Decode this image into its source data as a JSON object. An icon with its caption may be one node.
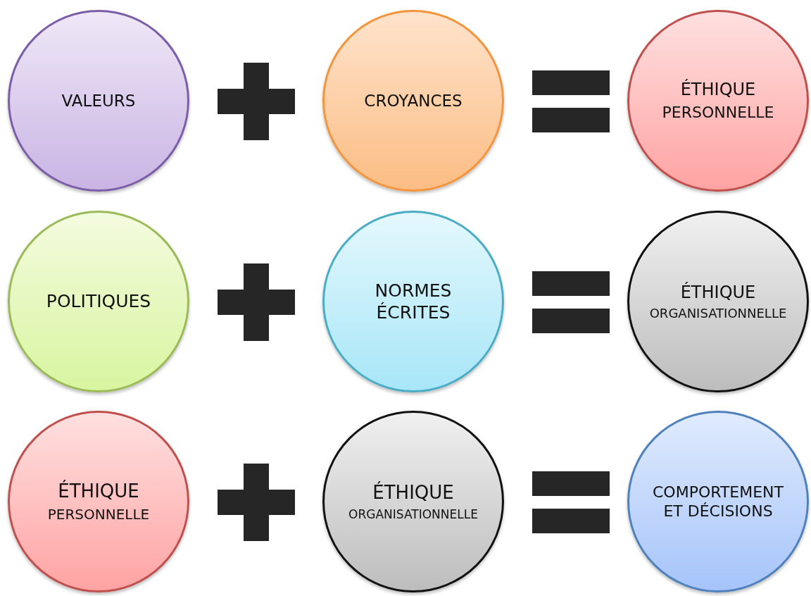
{
  "diagram": {
    "nodes": [
      {
        "text": [
          "VALEURS"
        ]
      },
      {
        "text": [
          "CROYANCES"
        ]
      },
      {
        "text": [
          "ÉTHIQUE",
          "PERSONNELLE"
        ]
      },
      {
        "text": [
          "POLITIQUES"
        ]
      },
      {
        "text": [
          "NORMES ÉCRITES"
        ]
      },
      {
        "text": [
          "ÉTHIQUE",
          "ORGANISATIONNELLE"
        ]
      },
      {
        "text": [
          "ÉTHIQUE",
          "PERSONNELLE"
        ]
      },
      {
        "text": [
          "ÉTHIQUE",
          "ORGANISATIONNELLE"
        ]
      },
      {
        "text": [
          "COMPORTEMENT ET DÉCISIONS"
        ]
      }
    ]
  }
}
